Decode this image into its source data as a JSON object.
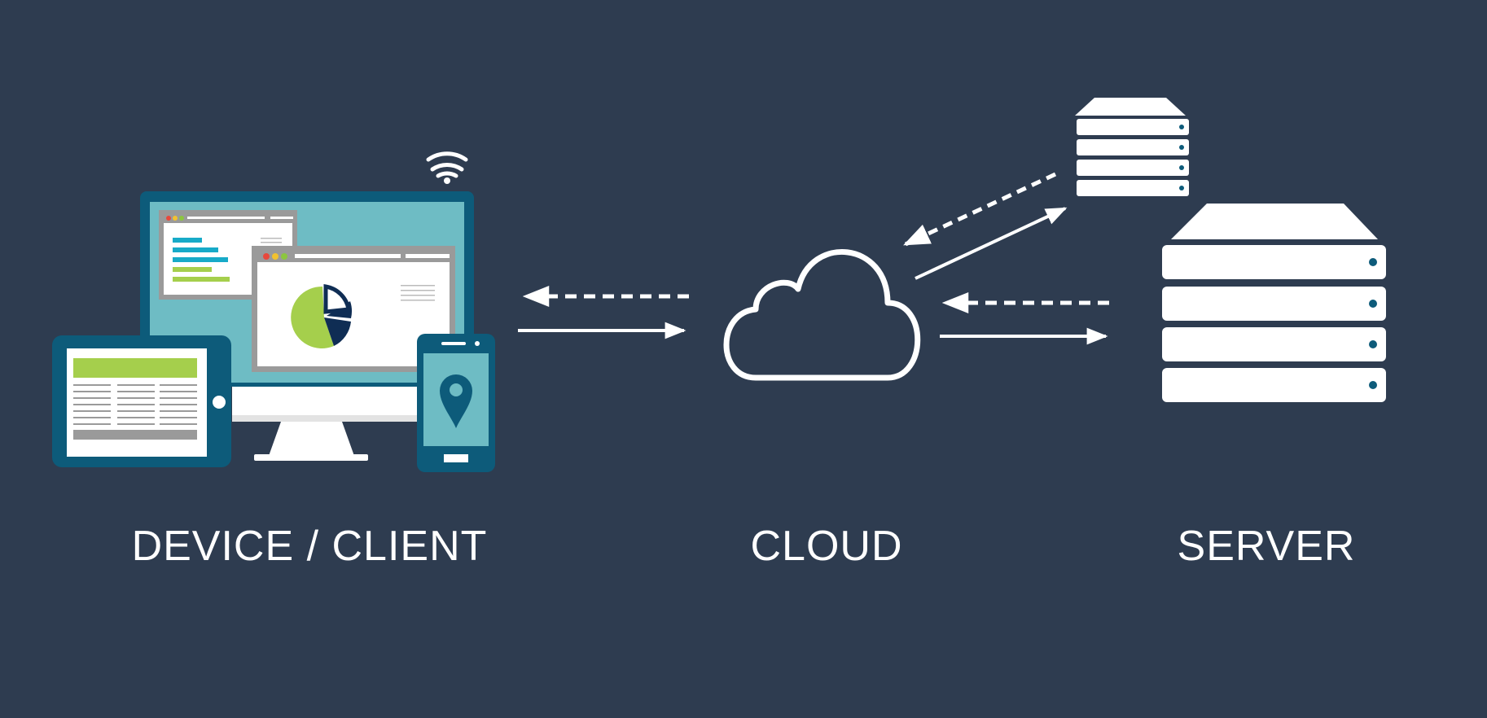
{
  "labels": {
    "device": "DEVICE / CLIENT",
    "cloud": "CLOUD",
    "server": "SERVER"
  },
  "colors": {
    "background": "#2e3c50",
    "foreground": "#ffffff",
    "device_frame": "#0d5b7a",
    "screen": "#6ebcc4",
    "accent_green": "#a5cf4c",
    "accent_teal": "#17aac8",
    "pie_navy": "#0f2d54",
    "window_gray": "#9a9a9a"
  },
  "icons": {
    "device": "devices-icon",
    "wifi": "wifi-icon",
    "cloud": "cloud-icon",
    "server_small": "server-small-icon",
    "server_large": "server-large-icon",
    "location": "location-pin-icon"
  }
}
